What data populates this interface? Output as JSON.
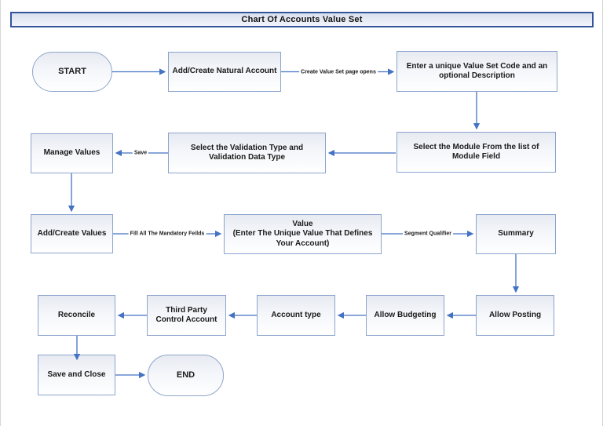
{
  "title": "Chart Of Accounts Value Set",
  "diagram": {
    "nodes": [
      {
        "id": "start",
        "type": "terminator",
        "label": "START"
      },
      {
        "id": "add-create-natural-account",
        "type": "process",
        "label": "Add/Create Natural Account"
      },
      {
        "id": "enter-value-set-code",
        "type": "process",
        "label": "Enter a unique Value Set Code and an\noptional Description"
      },
      {
        "id": "select-module",
        "type": "process",
        "label": "Select the Module From the list of\nModule Field"
      },
      {
        "id": "select-validation-type",
        "type": "process",
        "label": "Select the Validation Type and\nValidation Data Type"
      },
      {
        "id": "manage-values",
        "type": "process",
        "label": "Manage Values"
      },
      {
        "id": "add-create-values",
        "type": "process",
        "label": "Add/Create Values"
      },
      {
        "id": "value",
        "type": "process",
        "label": "Value\n(Enter The Unique Value That Defines\nYour Account)"
      },
      {
        "id": "summary",
        "type": "process",
        "label": "Summary"
      },
      {
        "id": "allow-posting",
        "type": "process",
        "label": "Allow Posting"
      },
      {
        "id": "allow-budgeting",
        "type": "process",
        "label": "Allow Budgeting"
      },
      {
        "id": "account-type",
        "type": "process",
        "label": "Account type"
      },
      {
        "id": "third-party-control-account",
        "type": "process",
        "label": "Third Party\nControl Account"
      },
      {
        "id": "reconcile",
        "type": "process",
        "label": "Reconcile"
      },
      {
        "id": "save-and-close",
        "type": "process",
        "label": "Save and Close"
      },
      {
        "id": "end",
        "type": "terminator",
        "label": "END"
      }
    ],
    "edge_labels": {
      "create_value_set": "Create Value Set page opens",
      "save": "Save",
      "fill_mandatory": "Fill All The Mandatory Feilds",
      "segment_qualifier": "Segment Qualifier"
    }
  },
  "colors": {
    "connector": "#4472c4",
    "box_border": "#8ba4cd",
    "title_border": "#34549b",
    "box_fill_top": "#e7eaf1",
    "box_fill_bottom": "#ffffff"
  }
}
